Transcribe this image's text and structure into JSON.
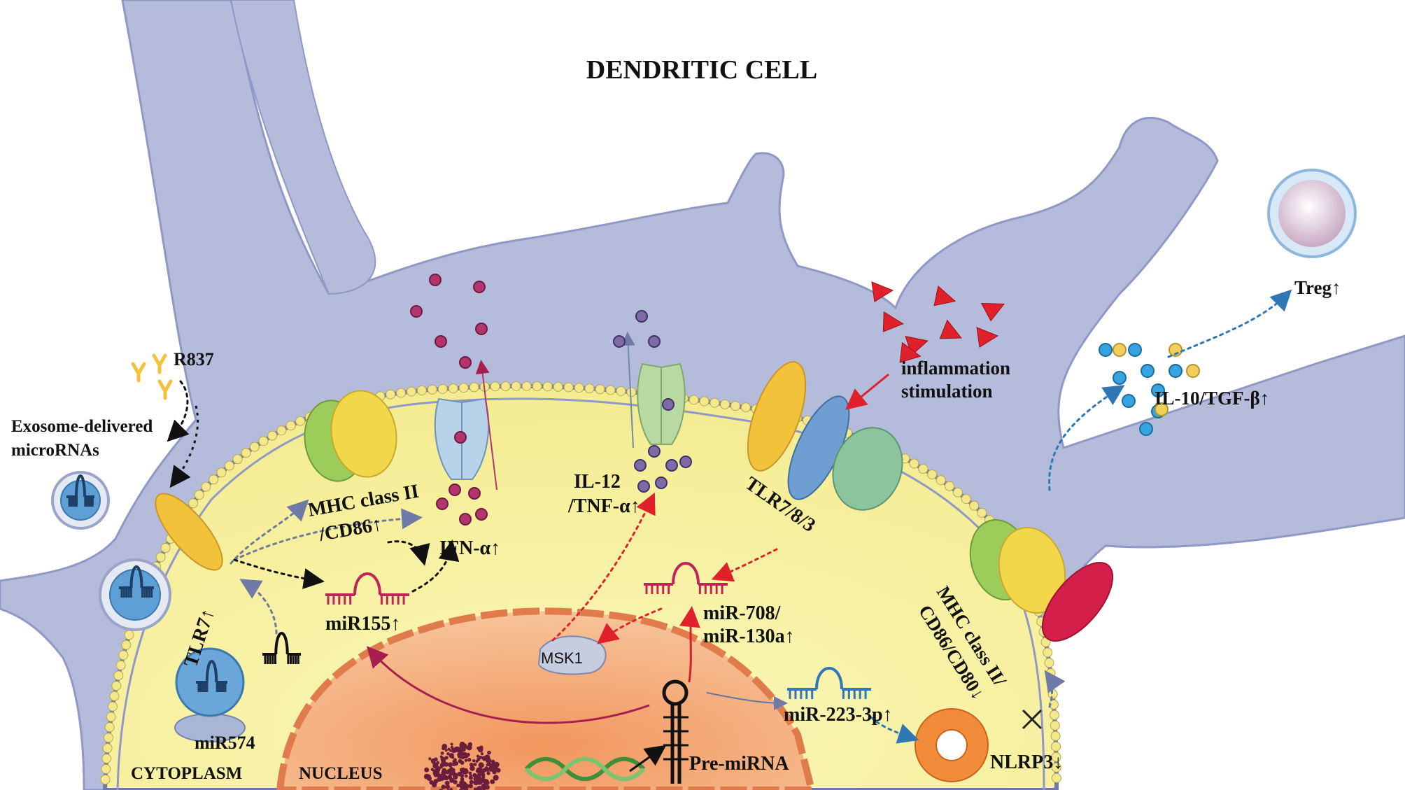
{
  "title": "DENDRITIC CELL",
  "labels": {
    "r837": "R837",
    "exosome_line1": "Exosome-delivered",
    "exosome_line2": "microRNAs",
    "tlr7": "TLR7↑",
    "mir574": "miR574",
    "cytoplasm": "CYTOPLASM",
    "nucleus": "NUCLEUS",
    "mhc_line1": "MHC class II",
    "mhc_line2": "/CD86↑",
    "ifn": "IFN-α↑",
    "mir155": "miR155↑",
    "il12_line1": "IL-12",
    "il12_line2": "/TNF-α↑",
    "msk1": "MSK1",
    "tlr783": "TLR7/8/3",
    "mir708_line1": "miR-708/",
    "mir708_line2": "miR-130a↑",
    "mir223": "miR-223-3p↑",
    "pre_mirna": "Pre-miRNA",
    "inflammation_line1": "inflammation",
    "inflammation_line2": "stimulation",
    "il10": "IL-10/TGF-β↑",
    "treg": "Treg↑",
    "mhc2_line1": "MHC class II/",
    "mhc2_line2": "CD86/CD80↓",
    "nlrp3": "NLRP3↓"
  },
  "colors": {
    "cell_body": "#b4bbdb",
    "cell_edge": "#8f98c6",
    "cytoplasm": "#f6f1a6",
    "nucleus": "#f1a676",
    "membrane_bead": "#f3e98c",
    "membrane_dark": "#6f78ad",
    "dna": "#56a64b",
    "mirna_red": "#c2245a",
    "mirna_blue": "#2f78b5",
    "ifn_dot": "#b3356e",
    "il12_dot": "#7f6aa8",
    "inflammation": "#e0212c",
    "il10_blue": "#35a4e0",
    "il10_yellow": "#f2cf5b",
    "treg": "#d9c7d7"
  }
}
